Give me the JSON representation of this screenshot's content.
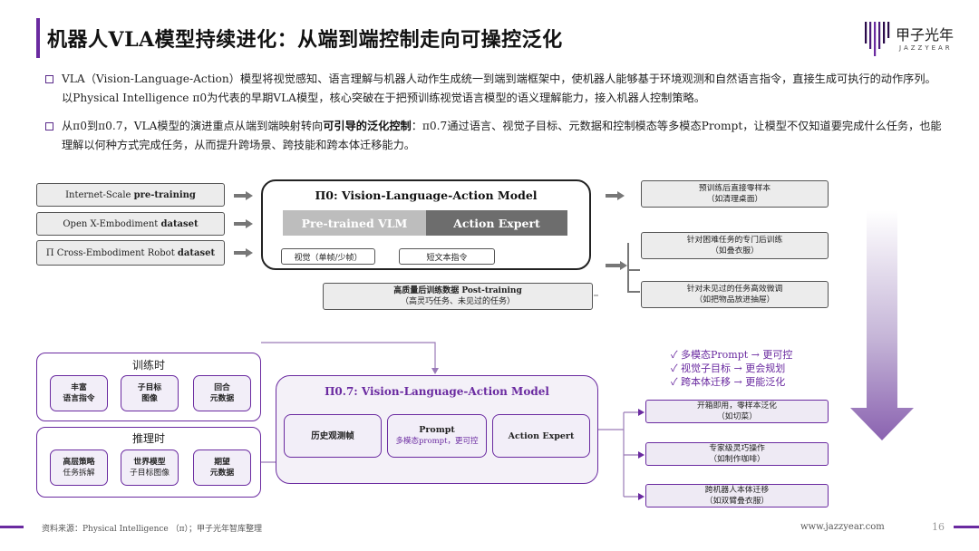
{
  "header": {
    "title": "机器人VLA模型持续进化：从端到端控制走向可操控泛化",
    "logo_name": "甲子光年",
    "logo_sub": "JAZZYEAR"
  },
  "bullets": [
    {
      "pre": "VLA（Vision-Language-Action）模型将视觉感知、语言理解与机器人动作生成统一到端到端框架中，使机器人能够基于环境观测和自然语言指令，直接生成可执行的动作序列。以Physical Intelligence π0为代表的早期VLA模型，核心突破在于把预训练视觉语言模型的语义理解能力，接入机器人控制策略。",
      "bold": "",
      "post": ""
    },
    {
      "pre": "从π0到π0.7，VLA模型的演进重点从端到端映射转向",
      "bold": "可引导的泛化控制",
      "post": "：π0.7通过语言、视觉子目标、元数据和控制模态等多模态Prompt，让模型不仅知道要完成什么任务，也能理解以何种方式完成任务，从而提升跨场景、跨技能和跨本体迁移能力。"
    }
  ],
  "pi0": {
    "inputs": [
      {
        "pre": "Internet-Scale ",
        "bold": "pre-training"
      },
      {
        "pre": "Open X-Embodiment ",
        "bold": "dataset"
      },
      {
        "pre": "Π Cross-Embodiment Robot ",
        "bold": "dataset"
      }
    ],
    "title": "Π0: Vision-Language-Action Model",
    "vlm": "Pre-trained VLM",
    "expert": "Action Expert",
    "tag_vision": "视觉（单帧/少帧）",
    "tag_text": "短文本指令",
    "post_training_bold": "高质量后训练数据 Post-training",
    "post_training_line2": "（高灵巧任务、未见过的任务）",
    "outputs": [
      {
        "line1": "预训练后直接零样本",
        "line2": "（如清理桌面）"
      },
      {
        "line1": "针对困难任务的专门后训练",
        "line2": "（如叠衣服）"
      },
      {
        "line1": "针对未见过的任务高效微调",
        "line2": "（如把物品放进抽屉）"
      }
    ]
  },
  "pi07": {
    "train_title": "训练时",
    "train_cells": [
      {
        "l1": "丰富",
        "l2": "语言指令"
      },
      {
        "l1": "子目标",
        "l2": "图像"
      },
      {
        "l1": "回合",
        "l2": "元数据"
      }
    ],
    "infer_title": "推理时",
    "infer_cells": [
      {
        "l1": "高层策略",
        "l2": "任务拆解"
      },
      {
        "l1": "世界模型",
        "l2": "子目标图像"
      },
      {
        "l1": "期望",
        "l2": "元数据"
      }
    ],
    "title": "Π0.7: Vision-Language-Action Model",
    "history": "历史观测帧",
    "prompt": "Prompt",
    "prompt_sub": "多模态prompt，更可控",
    "expert": "Action Expert",
    "checks": [
      "✓ 多模态Prompt → 更可控",
      "✓ 视觉子目标 → 更会规划",
      "✓ 跨本体迁移 → 更能泛化"
    ],
    "outputs": [
      {
        "line1": "开箱即用，零样本泛化",
        "line2": "（如切菜）"
      },
      {
        "line1": "专家级灵巧操作",
        "line2": "（如制作咖啡）"
      },
      {
        "line1": "跨机器人本体迁移",
        "line2": "（如双臂叠衣服）"
      }
    ]
  },
  "footer": {
    "source": "资料来源：Physical Intelligence （π）；甲子光年智库整理",
    "url": "www.jazzyear.com",
    "page": "16"
  },
  "colors": {
    "accent": "#6a2aa0",
    "box_fill": "#ececec",
    "purple_fill": "#f2eef8"
  }
}
